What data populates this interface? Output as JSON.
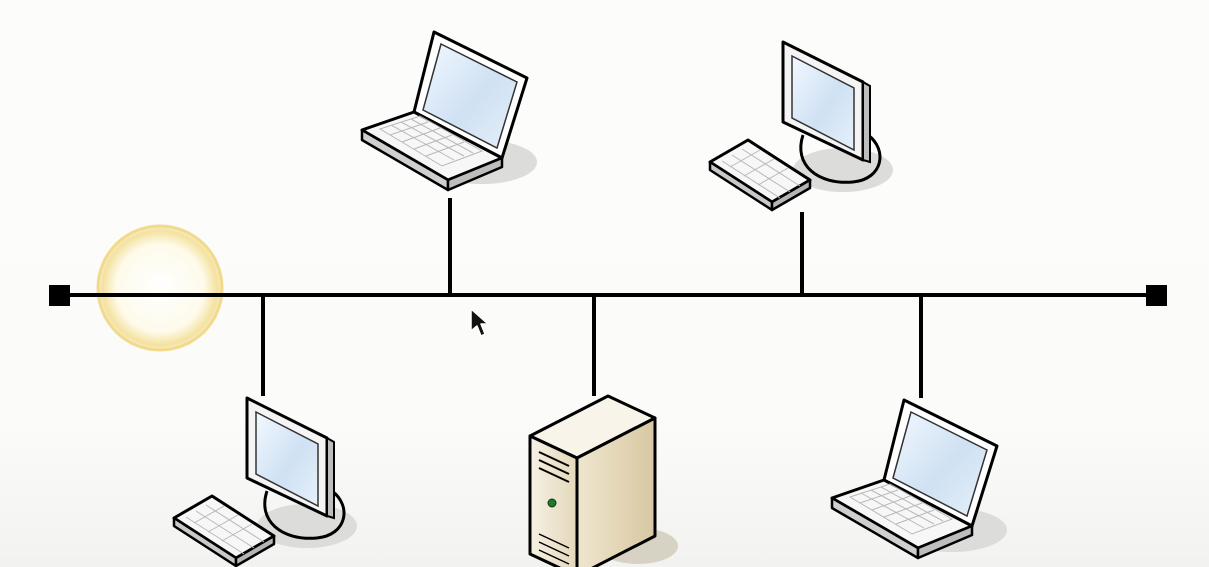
{
  "diagram": {
    "topology": "bus",
    "bus": {
      "terminators": [
        "left-terminator",
        "right-terminator"
      ],
      "line_color": "#000000"
    },
    "nodes": [
      {
        "name": "laptop-top",
        "kind": "laptop"
      },
      {
        "name": "desktop-top-right",
        "kind": "desktop"
      },
      {
        "name": "desktop-bottom-left",
        "kind": "desktop"
      },
      {
        "name": "server-bottom-center",
        "kind": "server"
      },
      {
        "name": "laptop-bottom-right",
        "kind": "laptop"
      }
    ],
    "highlight": {
      "kind": "cursor-highlight-circle",
      "color": "#f6e08a"
    },
    "pointer": {
      "icon": "mouse-pointer-icon"
    },
    "colors": {
      "background": "#fbfbf9",
      "screen": "#dbe9f6",
      "server_body": "#efe7d4",
      "server_led": "#1f7a2e",
      "shadow": "#d9d9d7"
    }
  }
}
